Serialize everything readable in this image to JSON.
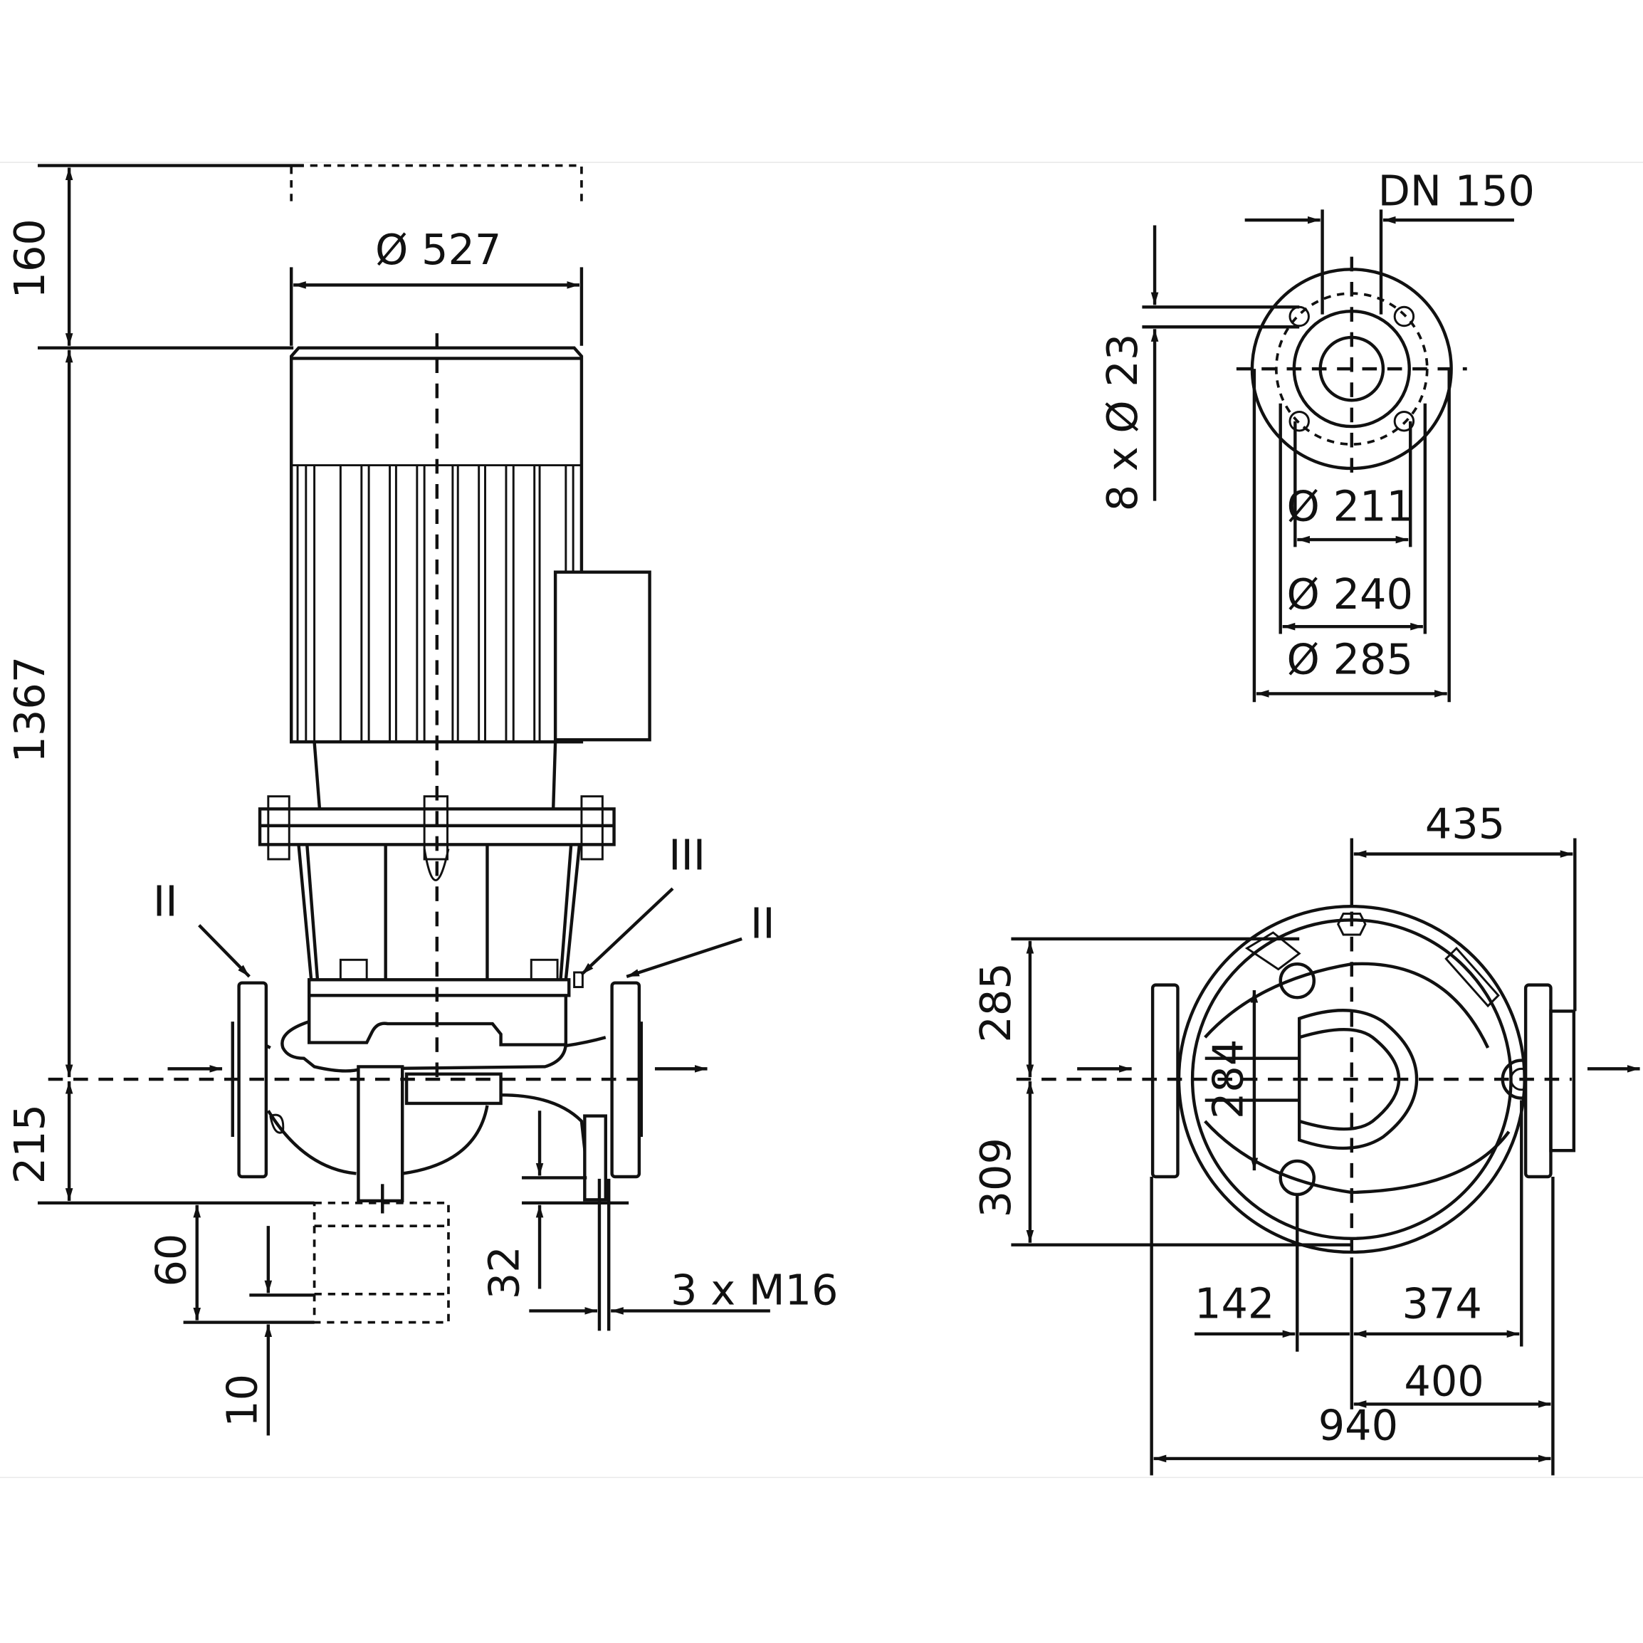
{
  "side_view": {
    "dims": {
      "top_clearance": "160",
      "overall_height": "1367",
      "axis_height": "215",
      "base_60": "60",
      "base_10": "10",
      "foot_32": "32",
      "bolts": "3 x M16",
      "motor_diameter": "Ø 527"
    },
    "markers": {
      "left": "II",
      "middle": "III",
      "right": "II"
    }
  },
  "flange_view": {
    "dims": {
      "nominal": "DN 150",
      "holes": "8 x Ø 23",
      "d1": "Ø 211",
      "d2": "Ø 240",
      "d3": "Ø 285"
    }
  },
  "top_view": {
    "dims": {
      "right_extent": "435",
      "upper_height": "285",
      "inner": "284",
      "lower_height": "309",
      "left_offset": "142",
      "right_offset": "374",
      "half_length": "400",
      "overall_length": "940"
    }
  }
}
